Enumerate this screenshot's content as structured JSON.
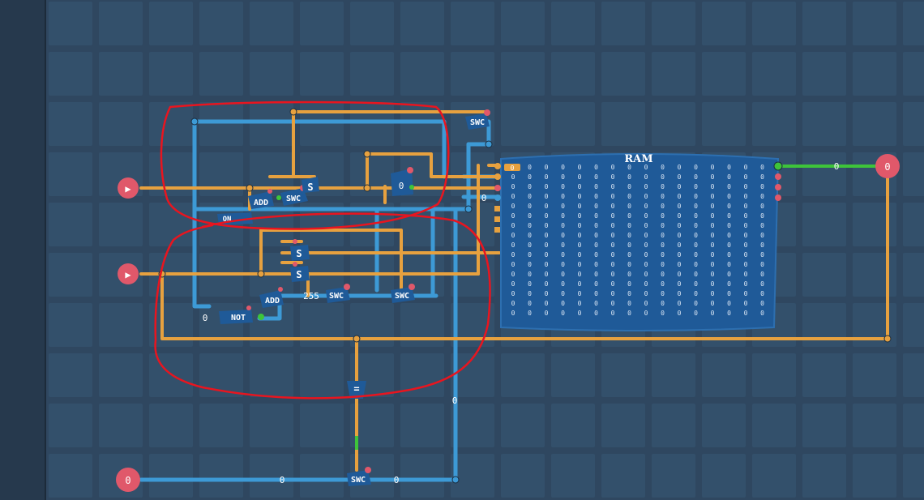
{
  "colors": {
    "background": "#2f4760",
    "grid_cell": "#33506b",
    "wire_orange": "#e7a13f",
    "wire_blue": "#3d9ad6",
    "wire_green": "#3ec43a",
    "port_red": "#e0586a",
    "annotation_red": "#e8151f",
    "ram_fill": "#1f5a98"
  },
  "circuit": {
    "inputs": {
      "input_top": "▶",
      "input_mid": "▶",
      "input_bottom": "0"
    },
    "output_value": "0",
    "ram": {
      "label": "RAM",
      "rows": 16,
      "cols": 16,
      "cell_value": "0",
      "selected_cell": "0"
    },
    "gates": {
      "swc_top": "SWC",
      "swc_upper": "SWC",
      "swc_255": "SWC",
      "swc_right": "SWC",
      "swc_bottom": "SWC",
      "add_upper": "ADD",
      "add_lower": "ADD",
      "not_gate": "NOT",
      "s_upper": "S",
      "s_mid": "S",
      "s_lower": "S",
      "on_gate": "ON",
      "equal_gate": "="
    },
    "wire_labels": {
      "ram_output": "0",
      "reg_upper": "0",
      "ram_address": "0",
      "constant_255": "255",
      "not_input": "0",
      "vertical_blue": "0",
      "bottom_left": "0",
      "bottom_right": "0"
    }
  }
}
